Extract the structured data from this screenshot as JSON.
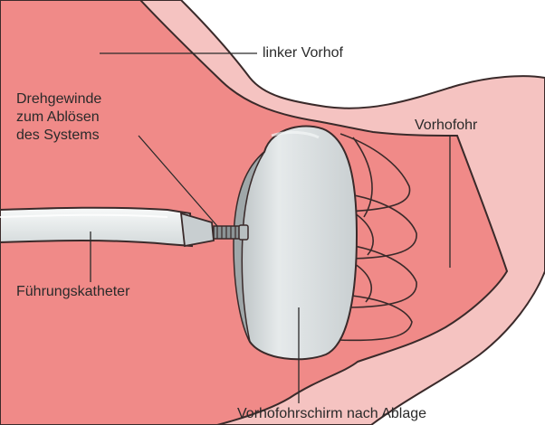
{
  "labels": {
    "left_atrium": "linker Vorhof",
    "appendage": "Vorhofohr",
    "thread_line1": "Drehgewinde",
    "thread_line2": "zum Ablösen",
    "thread_line3": "des Systems",
    "catheter": "Führungskatheter",
    "occluder": "Vorhofohrschirm nach Ablage"
  },
  "colors": {
    "blood_chamber": "#f08a88",
    "atrial_wall": "#f5c3c1",
    "outline": "#3a2a2a",
    "device": "#dde2e3",
    "catheter": "#eef1f2"
  }
}
